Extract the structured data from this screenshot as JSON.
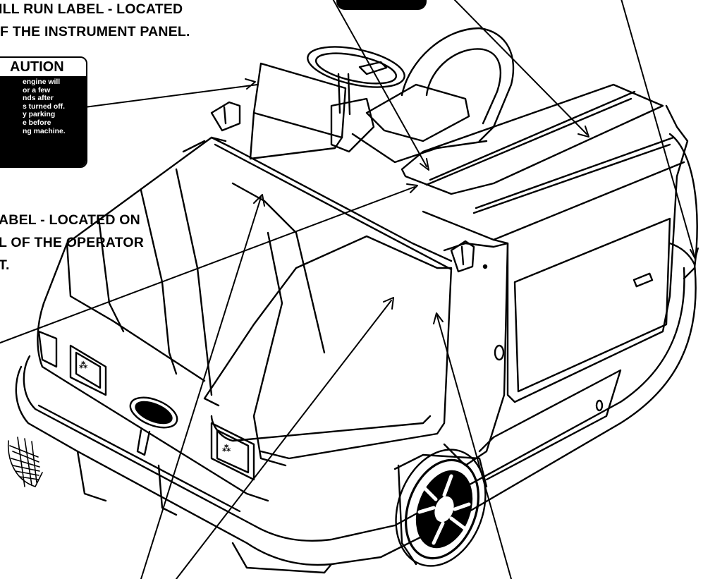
{
  "labels": {
    "top_label_line1": "ILL RUN LABEL - LOCATED",
    "top_label_line2": "F THE INSTRUMENT PANEL.",
    "left_label_line1": "ABEL - LOCATED ON",
    "left_label_line2": "L OF THE OPERATOR",
    "left_label_line3": "T."
  },
  "caution_decal": {
    "title": "AUTION",
    "lines": [
      "engine will",
      "or a few",
      "nds after",
      "s turned off.",
      "y parking",
      "e before",
      "ng machine."
    ]
  },
  "colors": {
    "ink": "#000000",
    "paper": "#ffffff"
  }
}
